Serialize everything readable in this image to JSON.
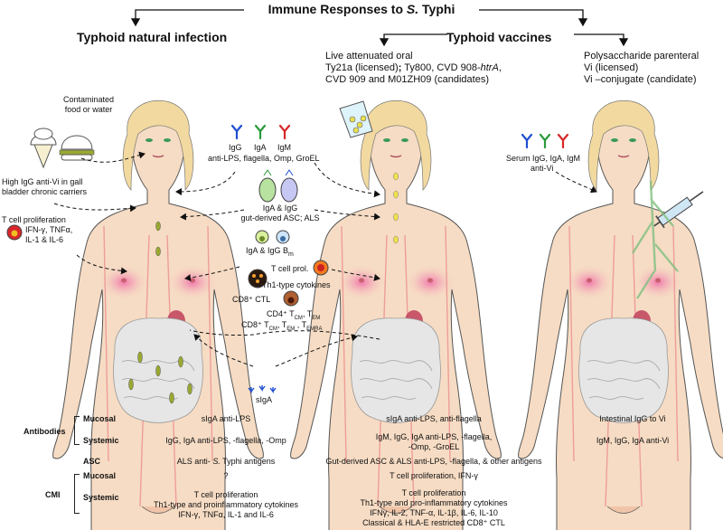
{
  "header": {
    "title": "Immune Responses to S. Typhi",
    "left_heading": "Typhoid natural infection",
    "right_heading": "Typhoid vaccines"
  },
  "oral_vaccines": {
    "line1": "Live attenuated oral",
    "line2": "Ty21a (licensed); Ty800, CVD 908-htrA,",
    "line3": "CVD 909 and M01ZH09 (candidates)"
  },
  "parenteral_vaccines": {
    "line1": "Polysaccharide parenteral",
    "line2": "Vi (licensed)",
    "line3": "Vi –conjugate (candidate)"
  },
  "natural_labels": {
    "food1": "Contaminated",
    "food2": "food or water",
    "carrier1": "High IgG anti-Vi in gall",
    "carrier2": "bladder chronic carriers",
    "tcell1": "T cell proliferation",
    "tcell2": "IFN-γ, TNFα,",
    "tcell3": "IL-1 & IL-6"
  },
  "center_labels": {
    "igg": "IgG",
    "iga": "IgA",
    "igm": "IgM",
    "antigens": "anti-LPS, flagella, Omp, GroEL",
    "asc1": "IgA &  IgG",
    "asc2": "gut-derived ASC; ALS",
    "bm": "IgA & IgG  B",
    "bm_sub": "m",
    "tprol": "T cell prol.",
    "th1": "Th1-type cytokines",
    "ctl": "CD8⁺ CTL",
    "cd4": "CD4⁺ T",
    "cd4_sub1": "CM",
    "cd4_mid": ", T",
    "cd4_sub2": "EM",
    "cd8": "CD8⁺ T",
    "cd8_sub1": "CM",
    "cd8_mid": ", T",
    "cd8_sub2": "EM",
    "cd8_mid2": " , T",
    "cd8_sub3": "EMRA",
    "siga": "sIgA"
  },
  "vi_labels": {
    "serum": "Serum IgG, IgA, IgM",
    "antivi": "anti-Vi"
  },
  "table": {
    "antibodies": "Antibodies",
    "mucosal": "Mucosal",
    "systemic": "Systemic",
    "asc": "ASC",
    "cmi": "CMI",
    "cmi_mucosal": "Mucosal",
    "cmi_systemic": "Systemic",
    "nat_ab_mucosal": "sIgA anti-LPS",
    "nat_ab_systemic": "IgG, IgA anti-LPS, -flagella, -Omp",
    "nat_asc_pre": "ALS anti-",
    "nat_asc_italic": "S.",
    "nat_asc_post": " Typhi antigens",
    "nat_cmi_mucosal": "?",
    "nat_cmi_sys1": "T cell proliferation",
    "nat_cmi_sys2": "Th1-type and proinflammatory cytokines",
    "nat_cmi_sys3": "IFN-γ, TNFα, IL-1 and IL-6",
    "oral_ab_mucosal": "sIgA anti-LPS, anti-flagella",
    "oral_ab_sys1": "IgM, IgG, IgA anti-LPS, -flagella,",
    "oral_ab_sys2": "-Omp, -GroEL",
    "oral_asc": "Gut-derived ASC & ALS anti-LPS, -flagella, & other antigens",
    "oral_cmi_mucosal": "T cell proliferation, IFN-γ",
    "oral_cmi_sys1": "T cell proliferation",
    "oral_cmi_sys2": "Th1-type and pro-inflammatory cytokines",
    "oral_cmi_sys3": "IFNγ, IL-2, TNF-α, IL-1β, IL-6, IL-10",
    "oral_cmi_sys4": "Classical & HLA-E restricted CD8⁺ CTL",
    "vi_ab_mucosal": "Intestinal IgG to Vi",
    "vi_ab_systemic": "IgM, IgG, IgA anti-Vi"
  },
  "colors": {
    "skin": "#f6dcc4",
    "outline": "#555555",
    "blood": "#e8484c",
    "lymph": "#7fbf7f",
    "intestine": "#e9e9e9",
    "bacteria": "#9aa832",
    "igg": "#1f4fd0",
    "iga": "#2a9a3a",
    "igm": "#d62828"
  },
  "icons": [
    "antibody-y-icon",
    "ice-cream-icon",
    "burger-icon",
    "water-glass-icon",
    "syringe-icon",
    "cell-icon"
  ]
}
